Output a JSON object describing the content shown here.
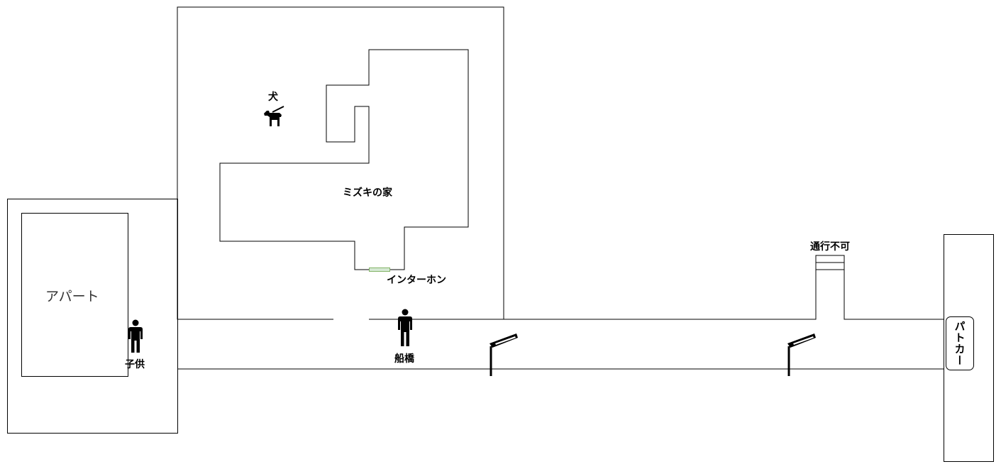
{
  "diagram": {
    "labels": {
      "apartment": "アパート",
      "house": "ミズキの家",
      "dog": "犬",
      "intercom": "インターホン",
      "child": "子供",
      "funabashi": "船橋",
      "no_entry": "通行不可",
      "patrol_car": "パトカー"
    },
    "icons": {
      "dog": "dog-icon",
      "person": "person-icon",
      "streetlight": "streetlight-icon"
    },
    "colors": {
      "lines": "#000000",
      "intercom_fill": "#d5e8d4",
      "intercom_stroke": "#82b366"
    }
  }
}
